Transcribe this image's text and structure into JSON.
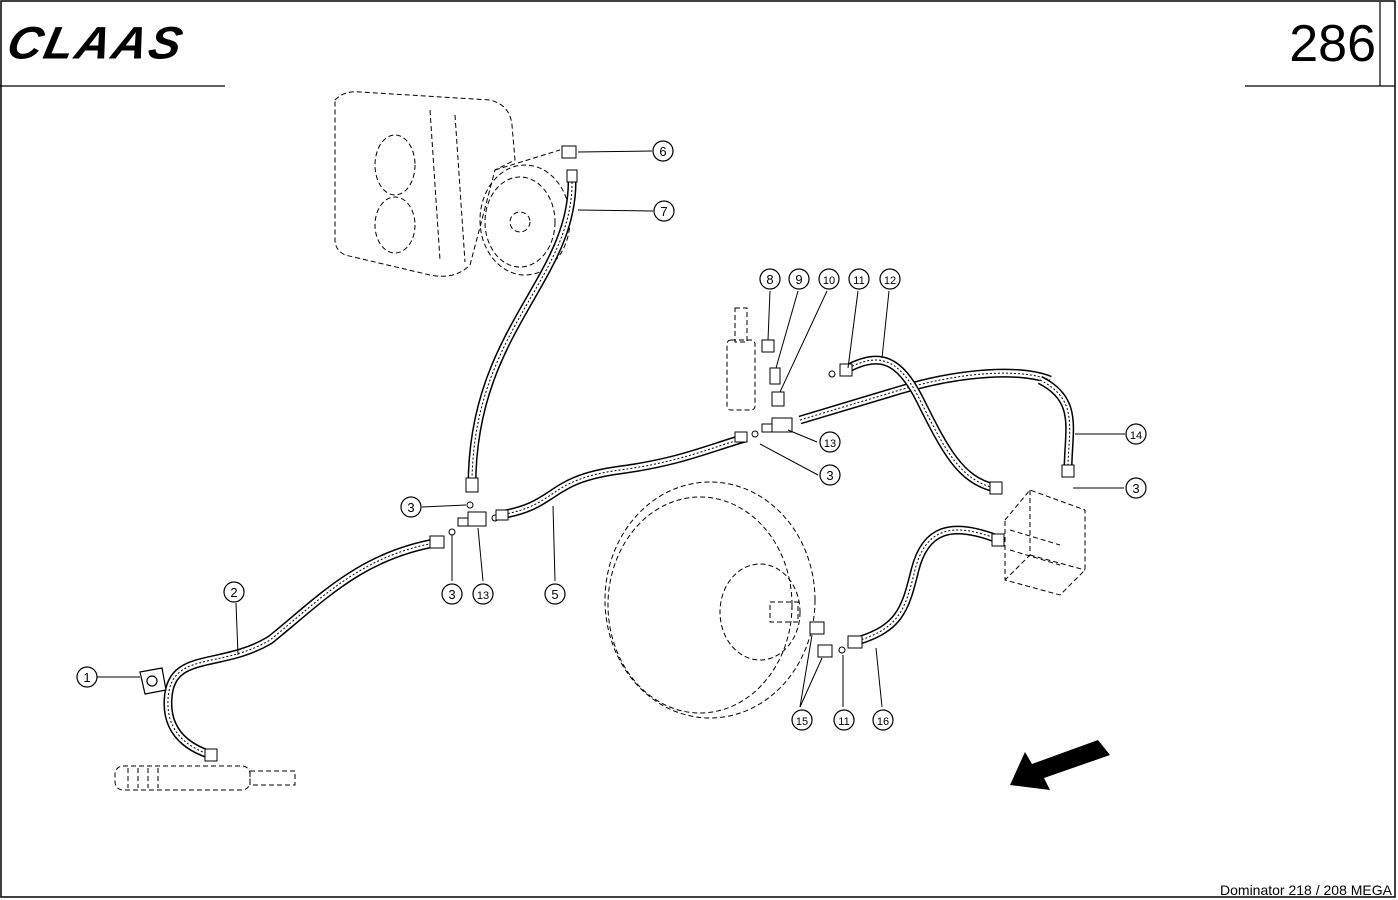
{
  "header": {
    "brand": "CLAAS",
    "page_number": "286"
  },
  "footer": {
    "model": "Dominator 218 / 208 MEGA"
  },
  "callouts": {
    "c1": "1",
    "c2": "2",
    "c3a": "3",
    "c3b": "3",
    "c3c": "3",
    "c3d": "3",
    "c5": "5",
    "c6": "6",
    "c7": "7",
    "c8": "8",
    "c9": "9",
    "c10": "10",
    "c11a": "11",
    "c11b": "11",
    "c12": "12",
    "c13a": "13",
    "c13b": "13",
    "c14": "14",
    "c15": "15",
    "c16": "16"
  }
}
